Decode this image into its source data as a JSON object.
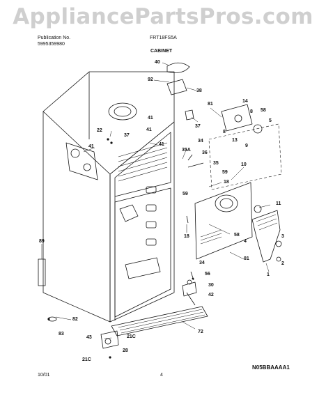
{
  "watermark": "AppliancePartsPros.com",
  "header": {
    "publication_label": "Publication No.",
    "publication_no": "5995359980",
    "model": "FRT18FS5A",
    "section": "CABINET"
  },
  "footer": {
    "date": "10/01",
    "page": "4",
    "doc_code": "N05BBAAAA1"
  },
  "parts": {
    "p40": "40",
    "p92": "92",
    "p38": "38",
    "p81a": "81",
    "p14": "14",
    "p8a": "8",
    "p58a": "58",
    "p41a": "41",
    "p37a": "37",
    "p8b": "8",
    "p5": "5",
    "p22": "22",
    "p41b": "41",
    "p41c": "41",
    "p37b": "37",
    "p13": "13",
    "p9": "9",
    "p41d": "41",
    "p34a": "34",
    "p35a": "35A",
    "p36": "36",
    "p35": "35",
    "p10": "10",
    "p59a": "59",
    "p18a": "18",
    "p59b": "59",
    "p11": "11",
    "p18b": "18",
    "p4": "4",
    "p58b": "58",
    "p89": "89",
    "p3": "3",
    "p81b": "81",
    "p2": "2",
    "p1": "1",
    "p34b": "34",
    "p56": "56",
    "p30": "30",
    "p42": "42",
    "p82": "82",
    "p72": "72",
    "p83": "83",
    "p21c_a": "21C",
    "p43": "43",
    "p28": "28",
    "p21c_b": "21C"
  }
}
